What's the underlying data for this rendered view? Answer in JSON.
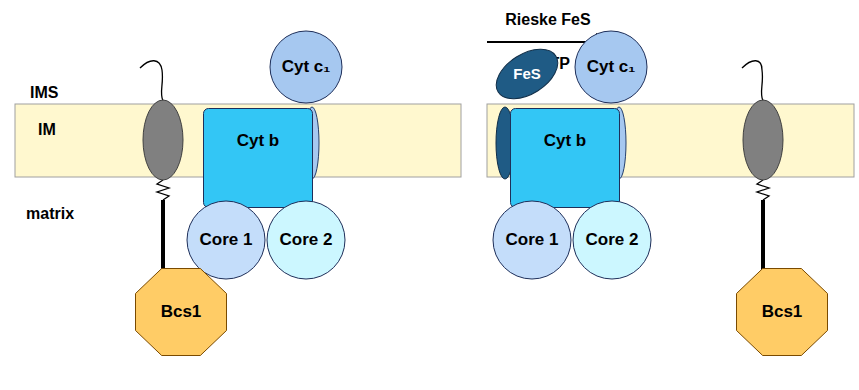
{
  "diagram": {
    "nodes": [
      {
        "text": [
          "Cyt c₁"
        ]
      },
      {
        "text": [
          "Cyt b"
        ]
      },
      {
        "text": [
          "Core 1"
        ]
      },
      {
        "text": [
          "Core 2"
        ]
      },
      {
        "text": [
          "Bcs1"
        ]
      },
      {
        "text": [
          "FeS"
        ]
      },
      {
        "text": [
          "Cyt c₁"
        ]
      },
      {
        "text": [
          "Cyt b"
        ]
      },
      {
        "text": [
          "Core 1"
        ]
      },
      {
        "text": [
          "Core 2"
        ]
      },
      {
        "text": [
          "Bcs1"
        ]
      }
    ],
    "labels": [
      "IMS",
      "IM",
      "matrix",
      "Rieske FeS",
      "+ ATP"
    ]
  }
}
